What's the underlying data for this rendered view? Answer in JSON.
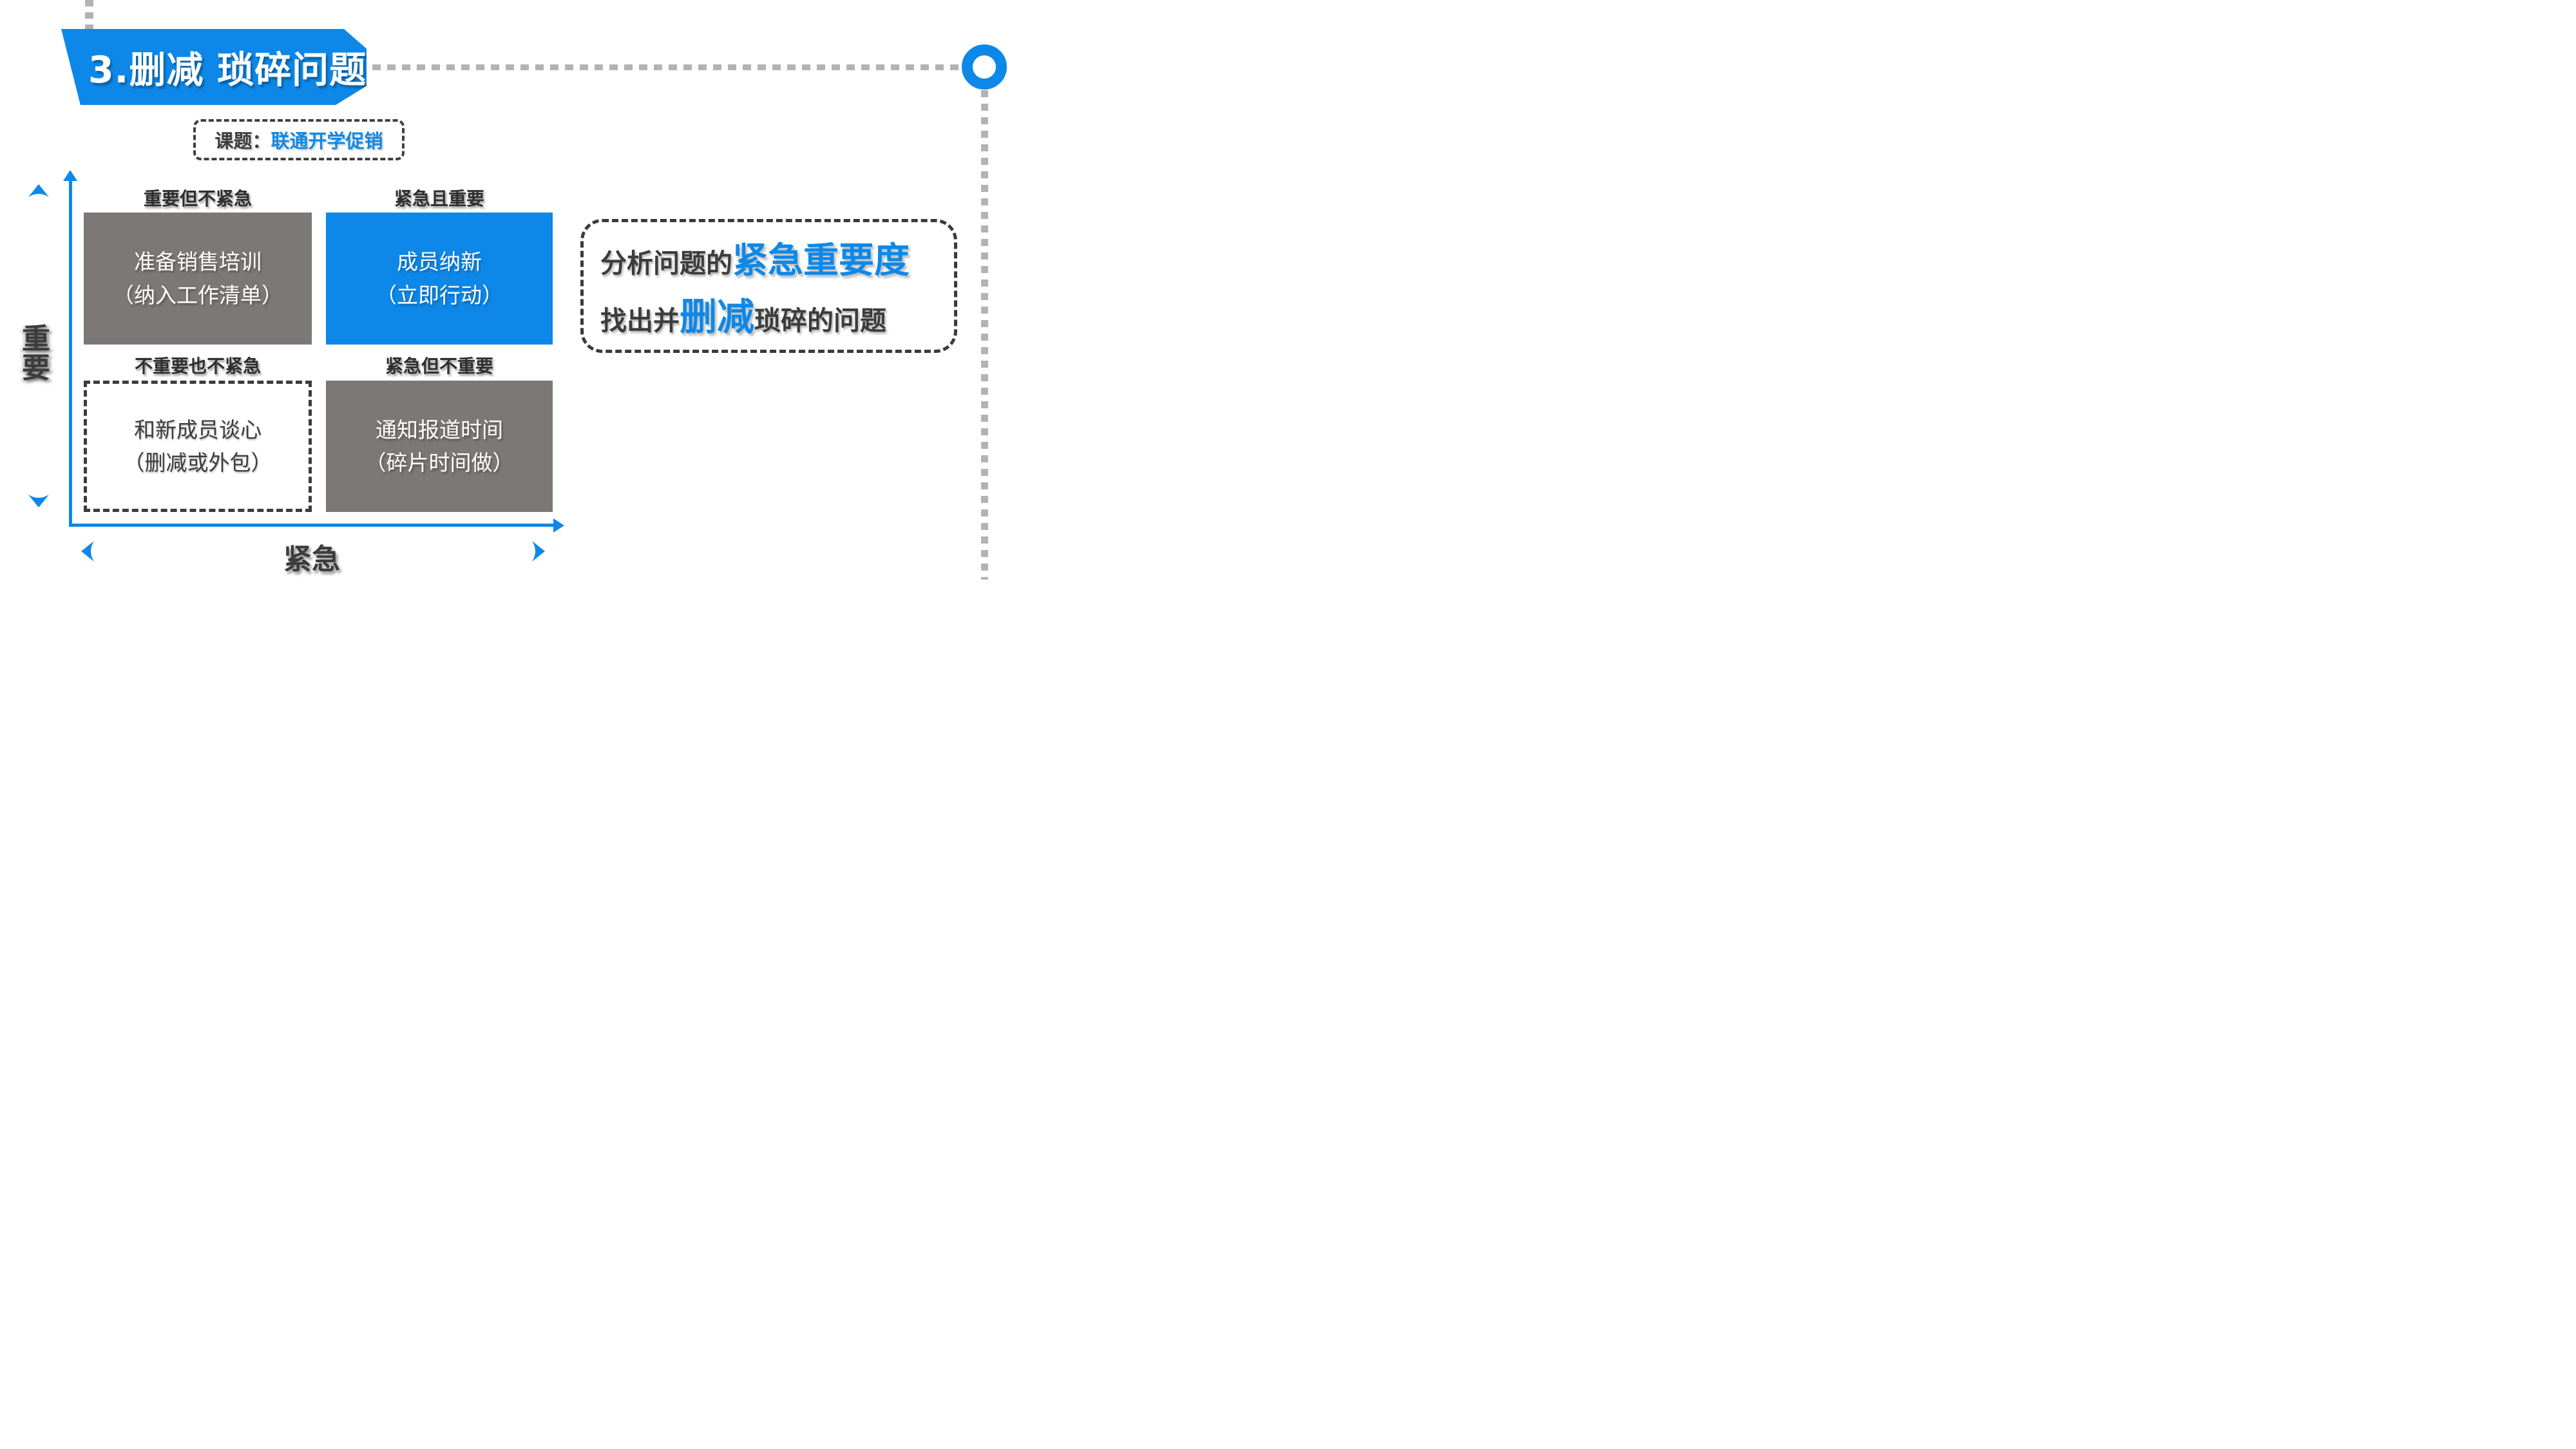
{
  "slide": {
    "title": "3.删减 琐碎问题",
    "topic": {
      "label": "课题：",
      "value": "联通开学促销"
    },
    "axes": {
      "y": "重要",
      "x": "紧急"
    },
    "quadrants": [
      {
        "position": "top-left",
        "label": "重要但不紧急",
        "line1": "准备销售培训",
        "line2": "（纳入工作清单）",
        "variant": "gray"
      },
      {
        "position": "top-right",
        "label": "紧急且重要",
        "line1": "成员纳新",
        "line2": "（立即行动）",
        "variant": "blue"
      },
      {
        "position": "bottom-left",
        "label": "不重要也不紧急",
        "line1": "和新成员谈心",
        "line2": "（删减或外包）",
        "variant": "dashed"
      },
      {
        "position": "bottom-right",
        "label": "紧急但不重要",
        "line1": "通知报道时间",
        "line2": "（碎片时间做）",
        "variant": "gray"
      }
    ],
    "note": {
      "line1_prefix": "分析问题的",
      "line1_highlight": "紧急重要度",
      "line2_prefix": "找出并",
      "line2_highlight": "删减",
      "line2_suffix": "琐碎的问题"
    },
    "colors": {
      "accent_blue": "#0E88E8",
      "box_gray": "#7D7878",
      "text_dark": "#3C3C3C",
      "dotted_gray": "#B3B3B3"
    },
    "decorations": {
      "top_right_marker": "ring-icon",
      "connectors": "dotted-lines"
    }
  }
}
